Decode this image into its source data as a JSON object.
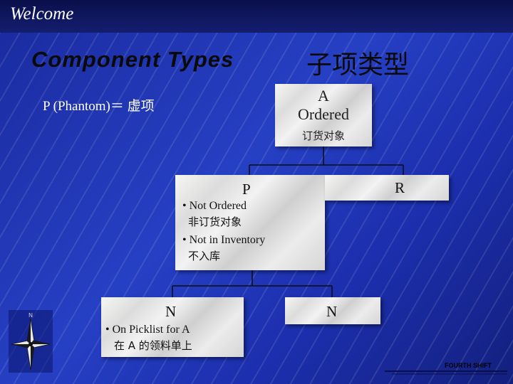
{
  "header": {
    "welcome": "Welcome"
  },
  "title": {
    "en": "Component Types",
    "cn": "子项类型"
  },
  "phantom_note": "P (Phantom)＝ 虚项",
  "nodes": {
    "a": {
      "line1": "A",
      "line2": "Ordered",
      "line3": "订货对象"
    },
    "p": {
      "label": "P",
      "items": [
        "• Not Ordered",
        "非订货对象",
        "• Not in Inventory",
        "不入库"
      ]
    },
    "r": {
      "label": "R"
    },
    "n1": {
      "label": "N",
      "items": [
        "• On Picklist for A",
        "在 A 的领料单上"
      ]
    },
    "n2": {
      "label": "N"
    }
  },
  "icons": {
    "compass": "compass-rose-icon",
    "logo": "company-logo"
  },
  "colors": {
    "background": "#1f36b8",
    "topbar": "#0c1356",
    "title": "#0a0a0a",
    "text": "#ffffff",
    "box": "#e4e4e2"
  },
  "footer": {
    "logo_text": "FOURTH SHIFT"
  }
}
